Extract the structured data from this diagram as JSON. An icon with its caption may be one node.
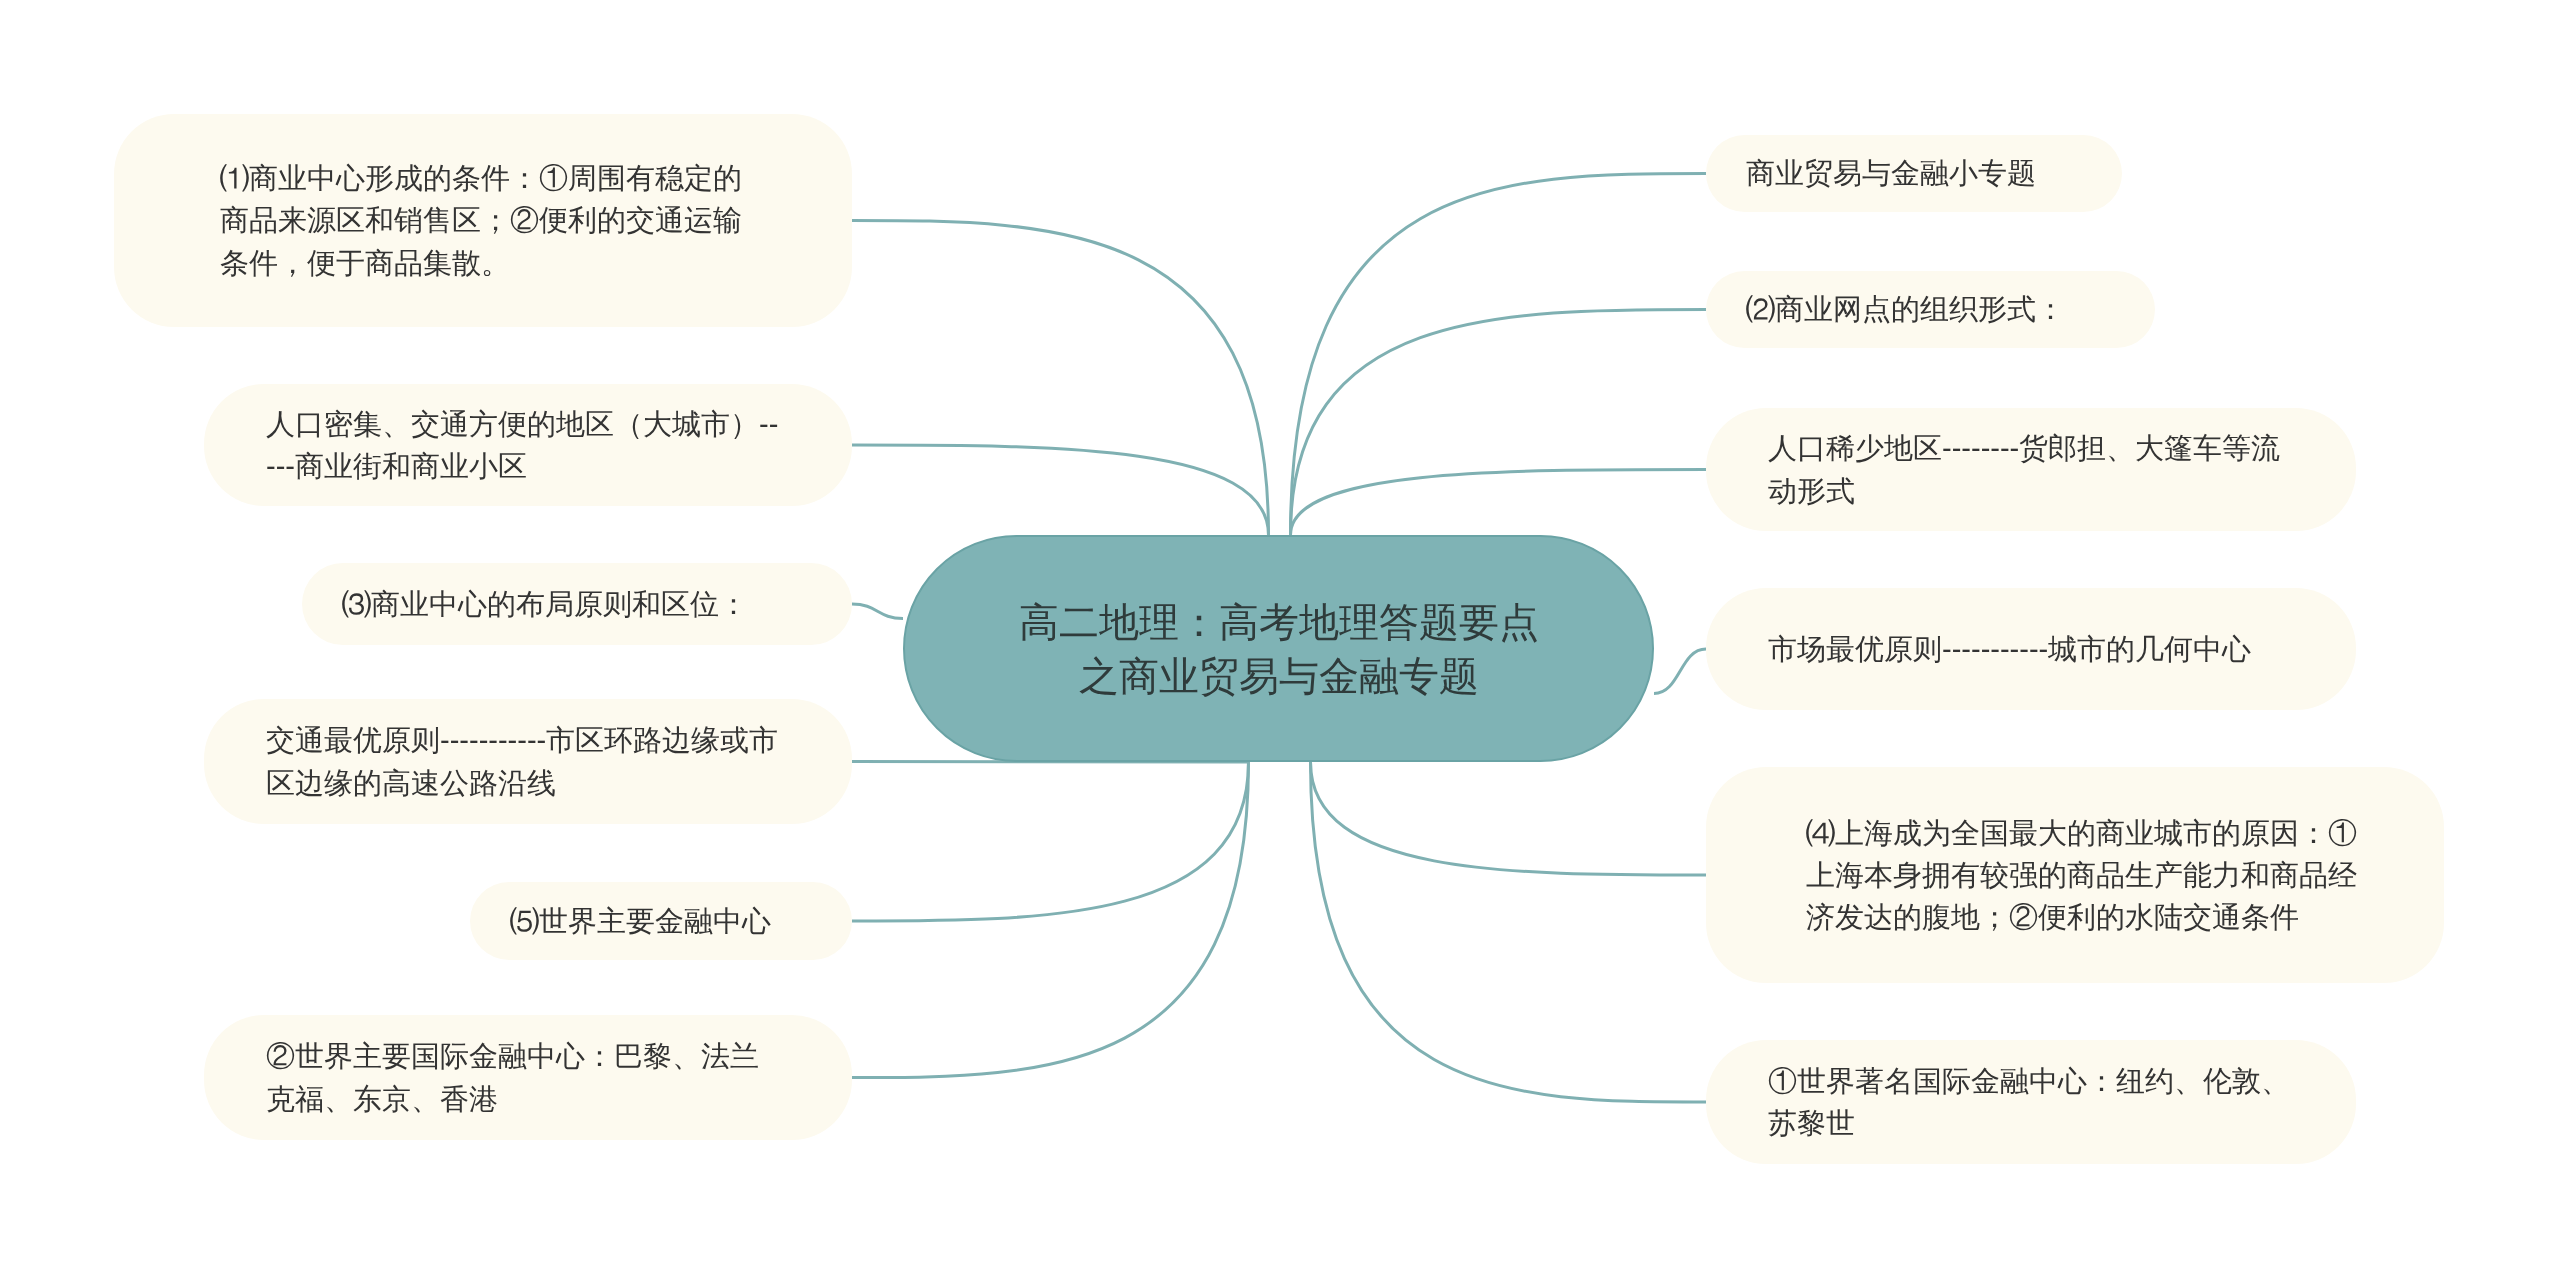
{
  "diagram": {
    "nodes": [
      {
        "text": [
          "高二地理：高考地理答题要点之商业贸易与金融专题"
        ]
      },
      {
        "text": [
          "⑴商业中心形成的条件：①周围有稳定的商品来源区和销售区；②便利的交通运输条件，便于商品集散。"
        ]
      },
      {
        "text": [
          "人口密集、交通方便的地区（大城市）-----商业街和商业小区"
        ]
      },
      {
        "text": [
          "⑶商业中心的布局原则和区位："
        ]
      },
      {
        "text": [
          "交通最优原则-----------市区环路边缘或市区边缘的高速公路沿线"
        ]
      },
      {
        "text": [
          "⑸世界主要金融中心"
        ]
      },
      {
        "text": [
          "②世界主要国际金融中心：巴黎、法兰克福、东京、香港"
        ]
      },
      {
        "text": [
          "商业贸易与金融小专题"
        ]
      },
      {
        "text": [
          "⑵商业网点的组织形式："
        ]
      },
      {
        "text": [
          "人口稀少地区--------货郎担、大篷车等流动形式"
        ]
      },
      {
        "text": [
          "市场最优原则-----------城市的几何中心"
        ]
      },
      {
        "text": [
          "⑷上海成为全国最大的商业城市的原因：①上海本身拥有较强的商品生产能力和商品经济发达的腹地；②便利的水陆交通条件"
        ]
      },
      {
        "text": [
          "①世界著名国际金融中心：纽约、伦敦、苏黎世"
        ]
      }
    ],
    "edges": [
      {
        "from": 0,
        "to": 1,
        "arrow": "none"
      },
      {
        "from": 0,
        "to": 2,
        "arrow": "none"
      },
      {
        "from": 0,
        "to": 3,
        "arrow": "none"
      },
      {
        "from": 0,
        "to": 4,
        "arrow": "none"
      },
      {
        "from": 0,
        "to": 5,
        "arrow": "none"
      },
      {
        "from": 0,
        "to": 6,
        "arrow": "none"
      },
      {
        "from": 0,
        "to": 7,
        "arrow": "none"
      },
      {
        "from": 0,
        "to": 8,
        "arrow": "none"
      },
      {
        "from": 0,
        "to": 9,
        "arrow": "none"
      },
      {
        "from": 0,
        "to": 10,
        "arrow": "none"
      },
      {
        "from": 0,
        "to": 11,
        "arrow": "none"
      },
      {
        "from": 0,
        "to": 12,
        "arrow": "none"
      }
    ]
  }
}
